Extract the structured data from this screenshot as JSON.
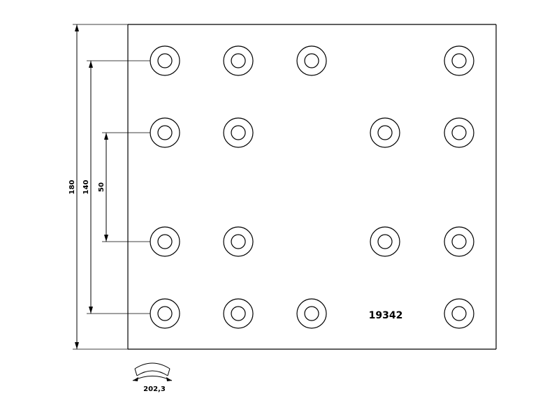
{
  "part_number": "19342",
  "dimensions": {
    "total_height": "180",
    "outer_rivet_span": "140",
    "inner_rivet_span": "50",
    "arc_width": "202,3"
  },
  "rivet_grid": {
    "rows": 4,
    "columns": 5,
    "present": [
      [
        true,
        true,
        true,
        false,
        true
      ],
      [
        true,
        true,
        false,
        true,
        true
      ],
      [
        true,
        true,
        false,
        true,
        true
      ],
      [
        true,
        true,
        true,
        false,
        true
      ]
    ]
  }
}
